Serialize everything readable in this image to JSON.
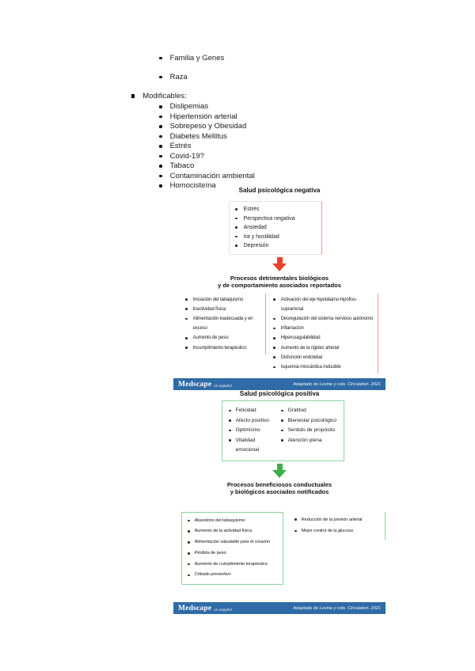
{
  "risk_factors": {
    "inherited_items": [
      "Familia y Genes",
      "Raza"
    ],
    "modifiable_label": "Modificables:",
    "modifiable_items": [
      "Dislipemias",
      "Hipertensión arterial",
      "Sobrepeso y Obesidad",
      "Diabetes Mellitus",
      "Estrés",
      "Covid-19?",
      "Tabaco",
      "Contaminación ambiental",
      "Homocisteína"
    ]
  },
  "figure_negative": {
    "title": "Salud psicológica negativa",
    "factors": [
      "Estrés",
      "Perspectiva negativa",
      "Ansiedad",
      "Ira y hostilidad",
      "Depresión"
    ],
    "heading_line1": "Procesos detrimentales biológicos",
    "heading_line2": "y de comportamiento asociados reportados",
    "behavioral": [
      "Iniciación del tabaquismo",
      "Inactividad física",
      "Alimentación inadecuada y en exceso",
      "Aumento de peso",
      "Incumplimiento terapéutico"
    ],
    "biological": [
      "Activación del eje hipotálamo-hipófiso-suprarrenal",
      "Desregulación del sistema nervioso autónomo",
      "Inflamación",
      "Hipercoagulabilidad",
      "Aumento de la rigidez arterial",
      "Disfunción endotelial",
      "Isquemia miocárdica inducible"
    ],
    "footer": {
      "brand": "Medscape",
      "brand_suffix": "en español",
      "source": "Adaptado de Levine y cols. Circulation. 2021"
    }
  },
  "figure_positive": {
    "title": "Salud psicológica positiva",
    "factors_col1": [
      "Felicidad",
      "Afecto positivo",
      "Optimismo",
      "Vitalidad emocional"
    ],
    "factors_col2": [
      "Gratitud",
      "Bienestar psicológico",
      "Sentido de propósito",
      "Atención plena"
    ],
    "heading_line1": "Procesos beneficiosos conductuales",
    "heading_line2": "y biológicos asociados notificados",
    "behavioral": [
      "Abandono del tabaquismo",
      "Aumento de la actividad física",
      "Alimentación saludable para el corazón",
      "Pérdida de peso",
      "Aumento de cumplimiento terapéutico",
      "Cribado preventivo"
    ],
    "biological": [
      "Reducción de la presión arterial",
      "Mejor control de la glucosa"
    ],
    "footer": {
      "brand": "Medscape",
      "brand_suffix": "en español",
      "source": "Adaptado de Levine y cols. Circulation. 2021"
    }
  },
  "colors": {
    "footer_bar": "#2f6ba6",
    "negative_accent": "#e8432e",
    "negative_line": "#f19a94",
    "positive_accent": "#3fae49",
    "positive_line": "#8bd4a0"
  }
}
